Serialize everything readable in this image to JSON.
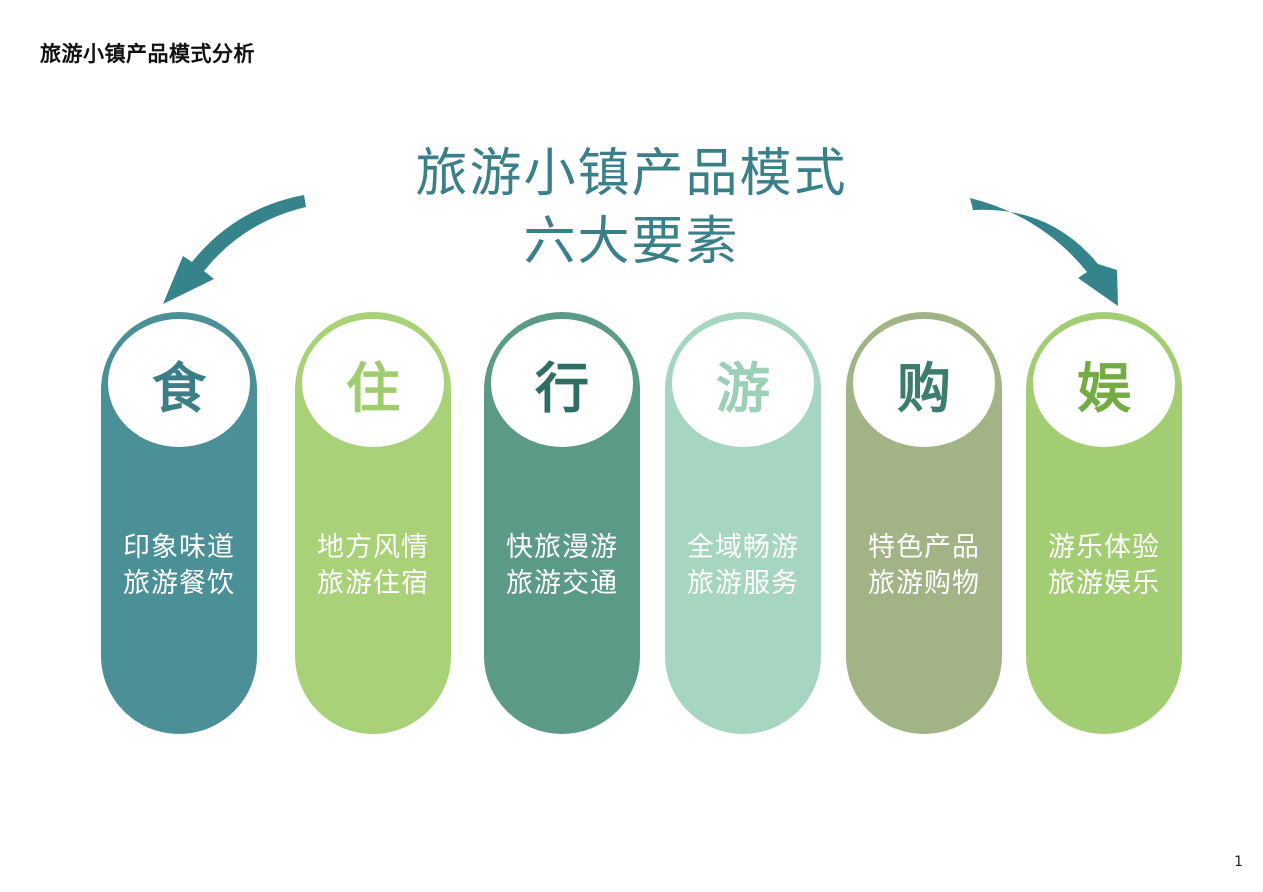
{
  "page_title": "旅游小镇产品模式分析",
  "center_title": {
    "line1": "旅游小镇产品模式",
    "line2": "六大要素"
  },
  "colors": {
    "title_teal": "#3a8088",
    "arrow": "#35838b"
  },
  "elements": [
    {
      "char": "食",
      "line1": "印象味道",
      "line2": "旅游餐饮",
      "bg": "#4b9096",
      "char_color": "#3b7f86"
    },
    {
      "char": "住",
      "line1": "地方风情",
      "line2": "旅游住宿",
      "bg": "#a8d178",
      "char_color": "#a0cc70"
    },
    {
      "char": "行",
      "line1": "快旅漫游",
      "line2": "旅游交通",
      "bg": "#5b9a86",
      "char_color": "#2f6e62"
    },
    {
      "char": "游",
      "line1": "全域畅游",
      "line2": "旅游服务",
      "bg": "#a6d5c0",
      "char_color": "#9ccfb8"
    },
    {
      "char": "购",
      "line1": "特色产品",
      "line2": "旅游购物",
      "bg": "#a2b386",
      "char_color": "#3c7d70"
    },
    {
      "char": "娱",
      "line1": "游乐体验",
      "line2": "旅游娱乐",
      "bg": "#a3cd73",
      "char_color": "#74ab45"
    }
  ],
  "page_number": "1"
}
